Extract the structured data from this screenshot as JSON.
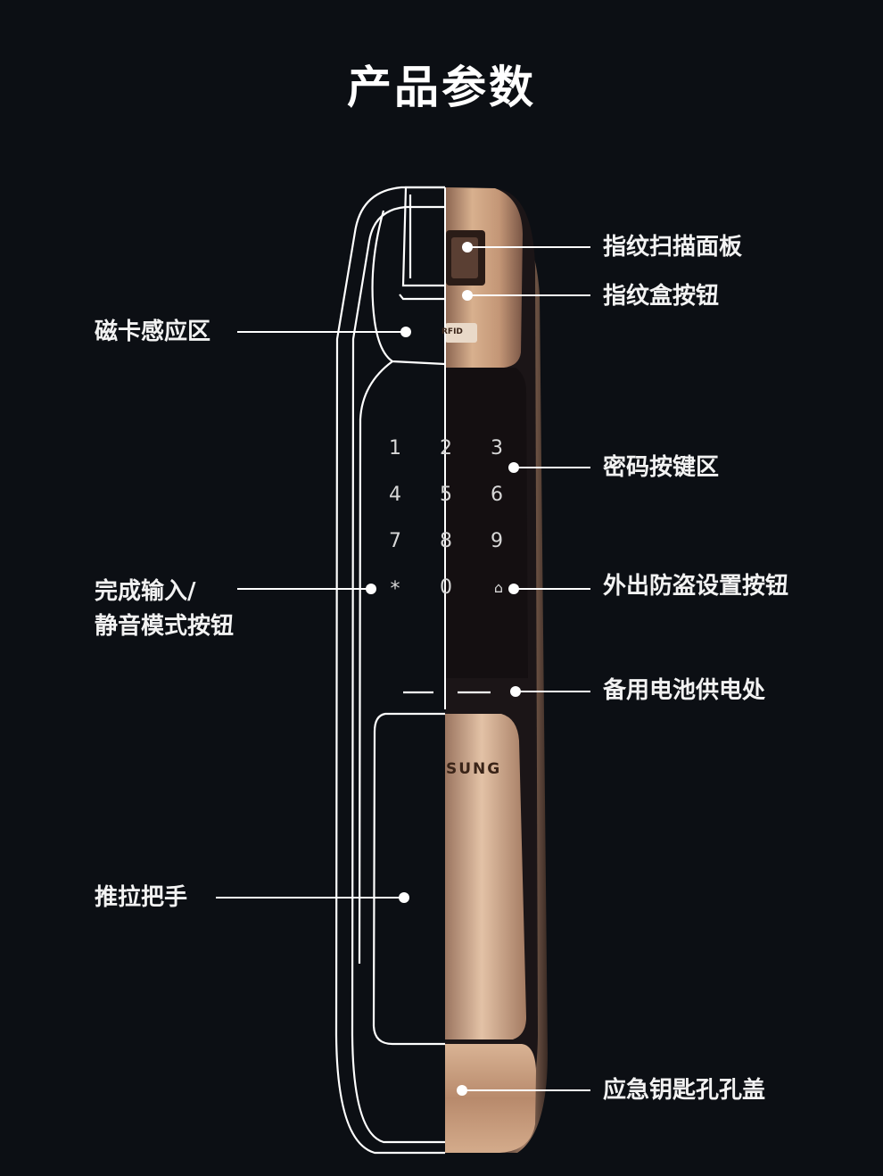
{
  "title": "产品参数",
  "labels": {
    "fingerprint_panel": "指纹扫描面板",
    "fingerprint_box_button": "指纹盒按钮",
    "card_sensing_area": "磁卡感应区",
    "password_keypad": "密码按键区",
    "complete_input_line1": "完成输入/",
    "complete_input_line2": "静音模式按钮",
    "anti_theft_button": "外出防盗设置按钮",
    "backup_power": "备用电池供电处",
    "push_pull_handle": "推拉把手",
    "emergency_key_cover": "应急钥匙孔孔盖"
  },
  "keypad": [
    "1",
    "2",
    "3",
    "4",
    "5",
    "6",
    "7",
    "8",
    "9",
    "*",
    "0",
    "⌂"
  ],
  "brand_text": "SUNG",
  "card_mark": "RFID",
  "colors": {
    "background": "#0c0f14",
    "outline": "#ffffff",
    "gold": "#c9a07d",
    "dark_body": "#1a1416"
  }
}
